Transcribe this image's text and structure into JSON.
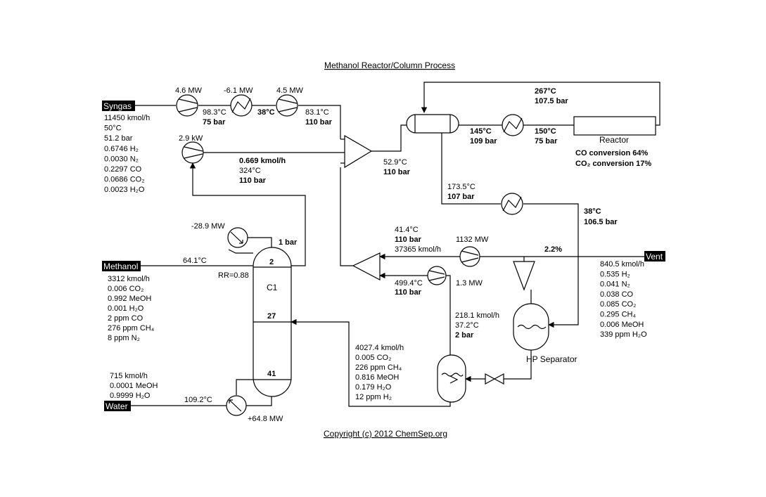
{
  "title": "Methanol Reactor/Column Process",
  "copyright": "Copyright (c) 2012 ChemSep.org",
  "feeds": {
    "syngas": {
      "label": "Syngas",
      "lines": [
        "11450 kmol/h",
        "50°C",
        "51.2 bar",
        "0.6746 H₂",
        "0.0030 N₂",
        "0.2297 CO",
        "0.0686 CO₂",
        "0.0023 H₂O"
      ]
    },
    "methanol": {
      "label": "Methanol",
      "lines": [
        "3312 kmol/h",
        "0.006 CO₂",
        "0.992 MeOH",
        "0.001 H₂O",
        "2 ppm CO",
        "276 ppm CH₄",
        "8 ppm N₂"
      ]
    },
    "water": {
      "label": "Water",
      "lines": [
        "715 kmol/h",
        "0.0001 MeOH",
        "0.9999 H₂O"
      ]
    },
    "vent": {
      "label": "Vent",
      "lines": [
        "840.5 kmol/h",
        "0.535 H₂",
        "0.041 N₂",
        "0.038 CO",
        "0.085 CO₂",
        "0.295 CH₄",
        "0.006 MeOH",
        "339 ppm H₂O"
      ]
    }
  },
  "syngas_train": {
    "comp1_duty": "4.6 MW",
    "cooler_duty": "-6.1 MW",
    "comp2_duty": "4.5 MW",
    "s1_temp": "98.3°C",
    "s1_pres": "75 bar",
    "s2_temp": "38°C",
    "s3_temp": "83.1°C",
    "s3_pres": "110 bar"
  },
  "methanol_line": {
    "pump_duty": "2.9 kW",
    "flow": "0.669 kmol/h",
    "temp": "324°C",
    "pres": "110 bar"
  },
  "mixer_out": {
    "temp": "52.9°C",
    "pres": "110 bar"
  },
  "reactor_section": {
    "recycle_temp": "267°C",
    "recycle_pres": "107.5 bar",
    "hx_out_temp": "145°C",
    "hx_out_pres": "109 bar",
    "reactor_in_temp": "150°C",
    "reactor_in_pres": "75 bar",
    "reactor_label": "Reactor",
    "co_conv": "CO  conversion 64%",
    "co2_conv": "CO₂ conversion 17%",
    "effluent_temp": "173.5°C",
    "effluent_pres": "107 bar",
    "cooled_temp": "38°C",
    "cooled_pres": "106.5 bar"
  },
  "column": {
    "label": "C1",
    "condenser_duty": "-28.9 MW",
    "top_pres": "1 bar",
    "stage_top": "2",
    "stage_mid": "27",
    "stage_bot": "41",
    "rr": "RR=0.88",
    "feed_temp": "64.1°C",
    "reboiler_temp": "109.2°C",
    "reboiler_duty": "+64.8 MW"
  },
  "recycle": {
    "temp": "41.4°C",
    "pres": "110 bar",
    "flow": "37365 kmol/h",
    "comp_duty": "1132 MW",
    "purge": "2.2%",
    "liq_temp": "499.4°C",
    "liq_pres": "110 bar",
    "liq_duty": "1.3 MW"
  },
  "flash": {
    "flow": "218.1 kmol/h",
    "temp": "37.2°C",
    "pres": "2 bar"
  },
  "column_feed": {
    "lines": [
      "4027.4 kmol/h",
      "0.005 CO₂",
      "226 ppm CH₄",
      "0.816 MeOH",
      "0.179 H₂O",
      "12 ppm H₂"
    ]
  },
  "hp_separator_label": "HP Separator"
}
